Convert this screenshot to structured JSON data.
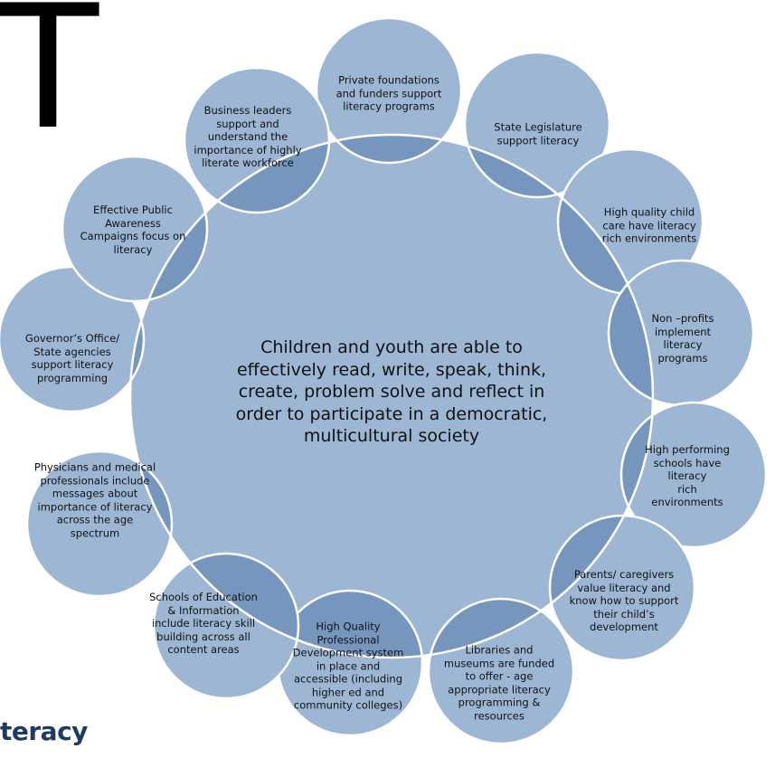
{
  "header": {
    "big_letter": "T"
  },
  "footer": {
    "brand_fragment": "teracy"
  },
  "colors": {
    "fill": "#9db6d4",
    "overlap": "#7796bd",
    "stroke": "#ffffff",
    "text": "#111111",
    "brand": "#1f3b63"
  },
  "center": {
    "text": "Children and youth are able to\neffectively read, write, speak, think,\ncreate, problem solve and reflect in\norder to participate in a democratic,\nmulticultural society"
  },
  "nodes": [
    {
      "id": "private-foundations",
      "text": "Private foundations\nand funders support\nliteracy programs"
    },
    {
      "id": "state-legislature",
      "text": "State Legislature\nsupport literacy"
    },
    {
      "id": "child-care",
      "text": "High quality child\ncare have literacy\nrich environments"
    },
    {
      "id": "non-profits",
      "text": "Non –profits\nimplement literacy\nprograms"
    },
    {
      "id": "high-performing-schools",
      "text": "High performing\nschools have literacy\nrich environments"
    },
    {
      "id": "parents-caregivers",
      "text": "Parents/ caregivers\nvalue literacy and\nknow how to support\ntheir child’s\ndevelopment"
    },
    {
      "id": "libraries-museums",
      "text": "Libraries and\nmuseums are funded\nto offer - age\nappropriate literacy\nprogramming &\nresources"
    },
    {
      "id": "professional-development",
      "text": "High Quality\nProfessional\nDevelopment system\nin place and\naccessible (including\nhigher ed and\ncommunity colleges)"
    },
    {
      "id": "schools-of-education",
      "text": "Schools of Education\n& Information\ninclude literacy skill\nbuilding across all\ncontent areas"
    },
    {
      "id": "physicians",
      "text": "Physicians and medical\nprofessionals include\nmessages about\nimportance of literacy\nacross the age\nspectrum"
    },
    {
      "id": "governors-office",
      "text": "Governor’s Office/\nState agencies\nsupport literacy\nprogramming"
    },
    {
      "id": "public-awareness",
      "text": "Effective Public\nAwareness\nCampaigns focus on\nliteracy"
    },
    {
      "id": "business-leaders",
      "text": "Business leaders\nsupport and\nunderstand the\nimportance of highly\nliterate workforce"
    }
  ]
}
